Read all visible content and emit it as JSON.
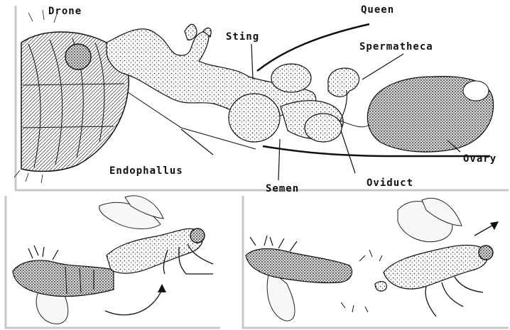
{
  "top_panel": {
    "labels": {
      "drone": "Drone",
      "queen": "Queen",
      "sting": "Sting",
      "spermatheca": "Spermatheca",
      "endophallus": "Endophallus",
      "semen": "Semen",
      "oviduct": "Oviduct",
      "ovary": "Ovary"
    }
  }
}
